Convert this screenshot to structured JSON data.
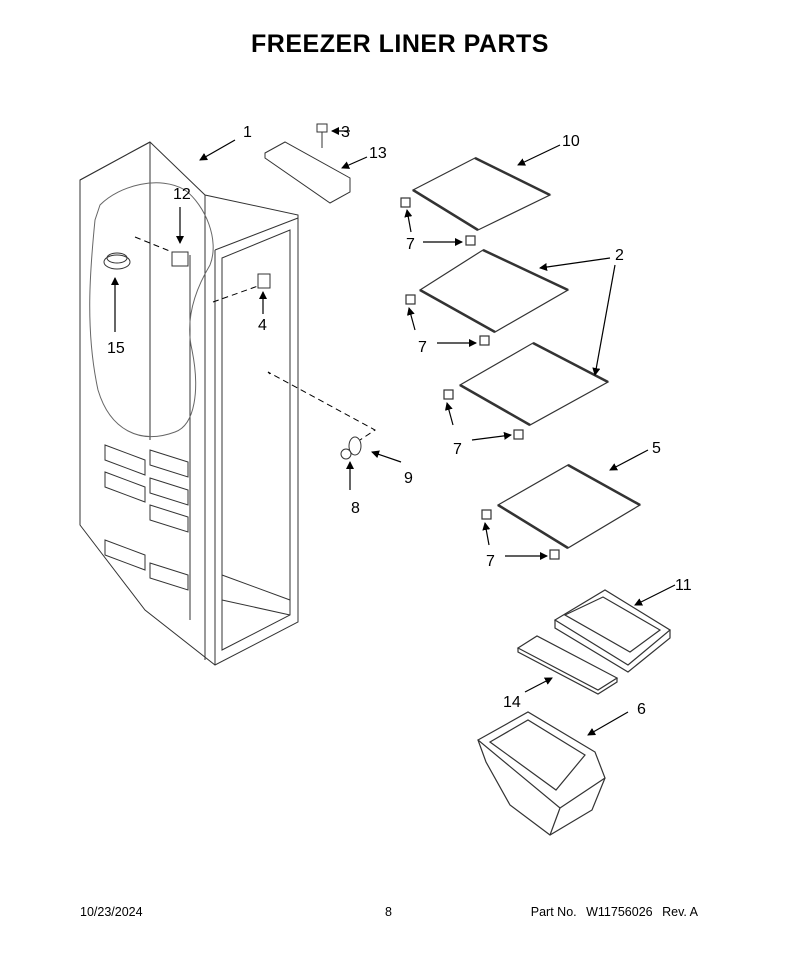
{
  "title": "FREEZER LINER PARTS",
  "callouts": [
    "1",
    "2",
    "3",
    "4",
    "5",
    "6",
    "7",
    "7",
    "7",
    "7",
    "8",
    "9",
    "10",
    "11",
    "12",
    "13",
    "14",
    "15"
  ],
  "footer": {
    "date": "10/23/2024",
    "page": "8",
    "part_label": "Part No.",
    "part_number": "W11756026",
    "revision": "Rev. A"
  }
}
